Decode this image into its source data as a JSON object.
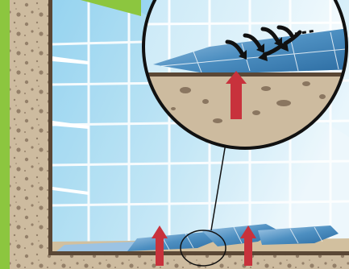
{
  "diagram": {
    "subject": "solar-panel-installation",
    "callout": {
      "magnified_region": "panel-base",
      "arrows": [
        "heat-rising-arrow",
        "airflow-arrows"
      ]
    }
  },
  "colors": {
    "wall_green": "#8cc63f",
    "earth": "#cdbb9f",
    "earth_speckle": "#8a7660",
    "wall_brown": "#5a4735",
    "window_sky": "#8fd0ee",
    "window_frame": "#ffffff",
    "floor": "#d2c09f",
    "panel_blue": "#2f74a8",
    "panel_light": "#8ab8dd",
    "heat_arrow_red": "#c8323c",
    "air_arrow_black": "#111111"
  }
}
